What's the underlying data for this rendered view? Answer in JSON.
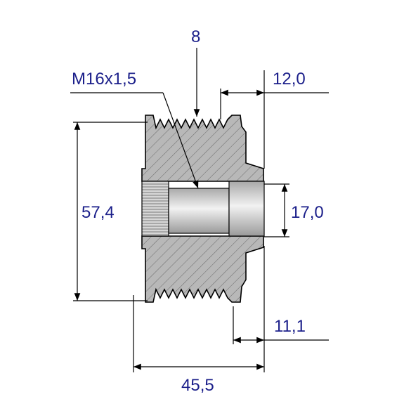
{
  "drawing": {
    "dimensions": {
      "thread": "M16x1,5",
      "grooves": "8",
      "flange_width": "12,0",
      "outer_diameter": "57,4",
      "bore_diameter": "17,0",
      "hub_offset": "11,1",
      "overall_width": "45,5"
    }
  },
  "colors": {
    "dimension_text": "#1b1f8a",
    "body_gray": "#b8b8b8",
    "bore_gray": "#cfcfcf"
  }
}
